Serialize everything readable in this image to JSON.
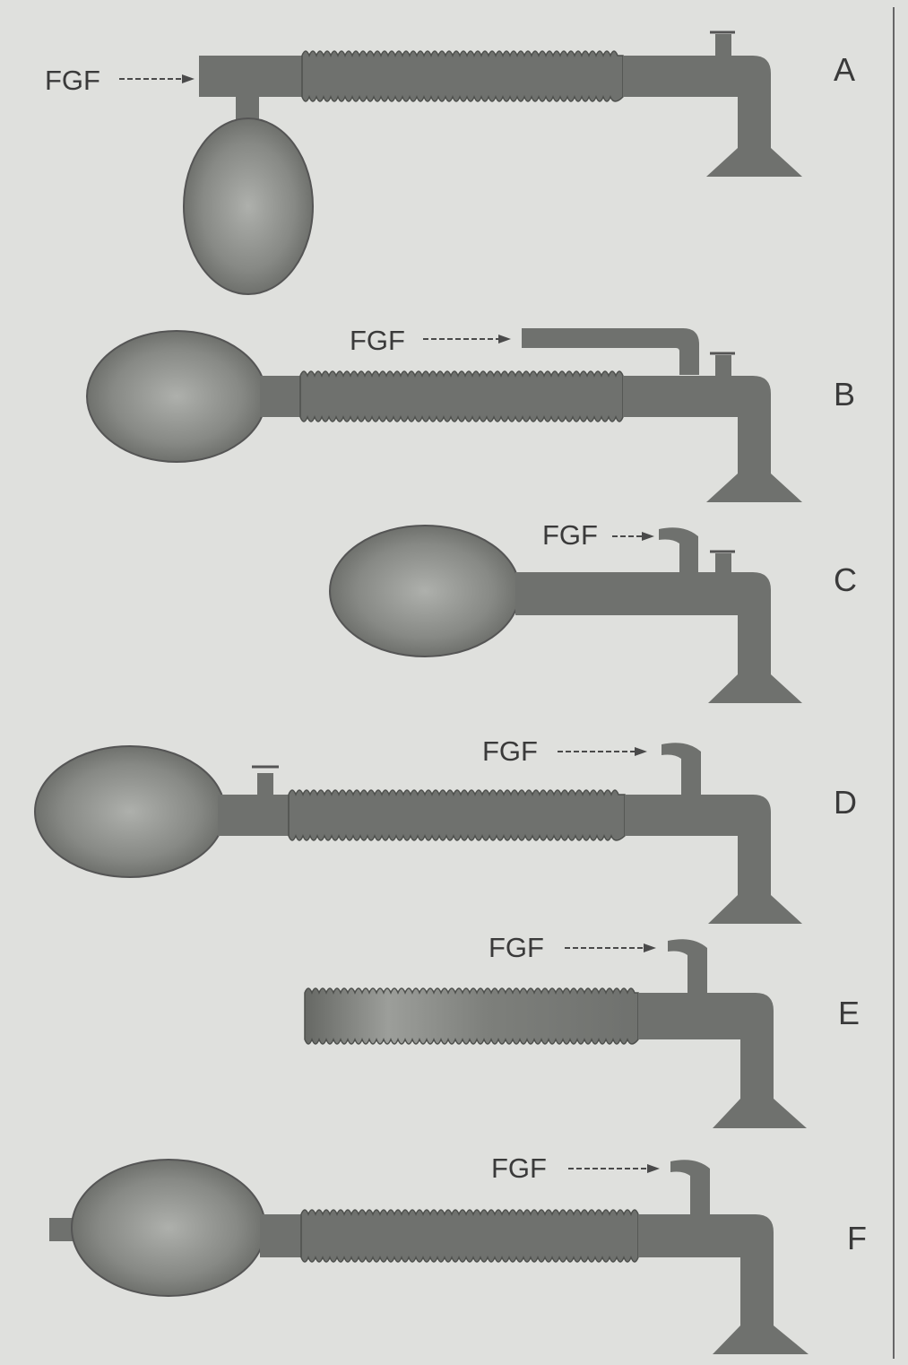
{
  "colors": {
    "page": "#dfe0dd",
    "tube": "#6f716e",
    "tube_edge": "#4e504d",
    "bag_light": "#a9aba7",
    "text": "#3a3a3a"
  },
  "panels": [
    {
      "id": "A",
      "label": "A",
      "fgf_label": "FGF",
      "valve_position": "near patient",
      "fgf_entry": "bag end",
      "has_bag": true,
      "corrugated_tube": true,
      "bag_tail": false
    },
    {
      "id": "B",
      "label": "B",
      "fgf_label": "FGF",
      "valve_position": "near patient",
      "fgf_entry": "near patient",
      "has_bag": true,
      "corrugated_tube": true,
      "bag_tail": false
    },
    {
      "id": "C",
      "label": "C",
      "fgf_label": "FGF",
      "valve_position": "near patient",
      "fgf_entry": "near patient",
      "has_bag": true,
      "corrugated_tube": false,
      "bag_tail": false
    },
    {
      "id": "D",
      "label": "D",
      "fgf_label": "FGF",
      "valve_position": "near bag",
      "fgf_entry": "near patient",
      "has_bag": true,
      "corrugated_tube": true,
      "bag_tail": false
    },
    {
      "id": "E",
      "label": "E",
      "fgf_label": "FGF",
      "valve_position": "none",
      "fgf_entry": "near patient",
      "has_bag": false,
      "corrugated_tube": true,
      "bag_tail": false
    },
    {
      "id": "F",
      "label": "F",
      "fgf_label": "FGF",
      "valve_position": "none",
      "fgf_entry": "near patient",
      "has_bag": true,
      "corrugated_tube": true,
      "bag_tail": true
    }
  ]
}
